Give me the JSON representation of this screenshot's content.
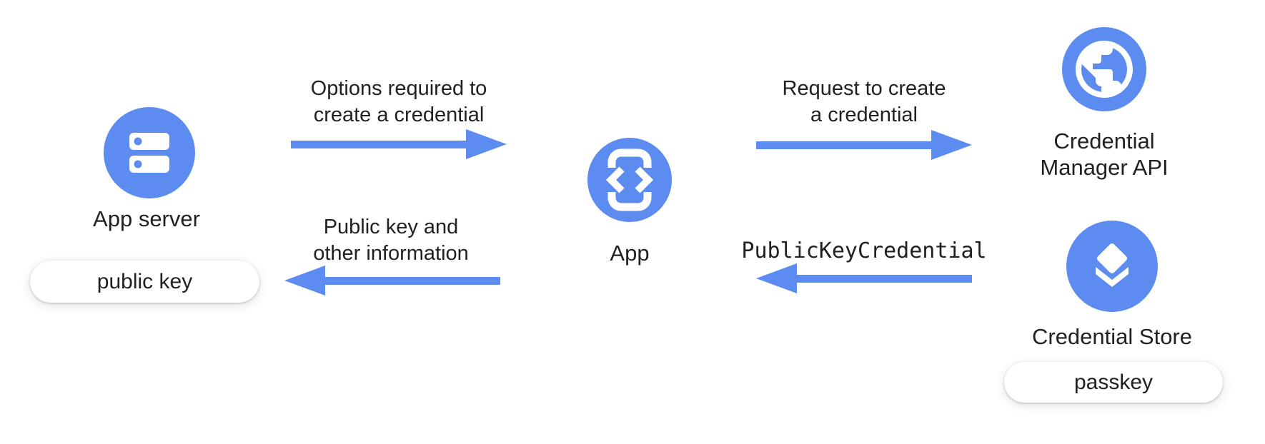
{
  "colors": {
    "blue": "#5C8CF0",
    "text": "#202124",
    "pill_bg": "#FFFFFF",
    "canvas_bg": "#FFFFFF"
  },
  "nodes": {
    "app_server": {
      "label": "App server",
      "icon": "server-icon",
      "badge": "public key"
    },
    "app": {
      "label": "App",
      "icon": "phone-code-icon"
    },
    "credential_manager_api": {
      "label_line1": "Credential",
      "label_line2": "Manager API",
      "icon": "globe-icon"
    },
    "credential_store": {
      "label": "Credential Store",
      "icon": "layers-icon",
      "badge": "passkey"
    }
  },
  "arrows": [
    {
      "name": "options-to-create",
      "direction": "right",
      "label_line1": "Options required to",
      "label_line2": "create a credential"
    },
    {
      "name": "request-to-create",
      "direction": "right",
      "label_line1": "Request to create",
      "label_line2": "a credential"
    },
    {
      "name": "public-key-return",
      "direction": "left",
      "label_line1": "Public key and",
      "label_line2": "other information"
    },
    {
      "name": "publickeycredential-return",
      "direction": "left",
      "label_mono": "PublicKeyCredential"
    }
  ]
}
